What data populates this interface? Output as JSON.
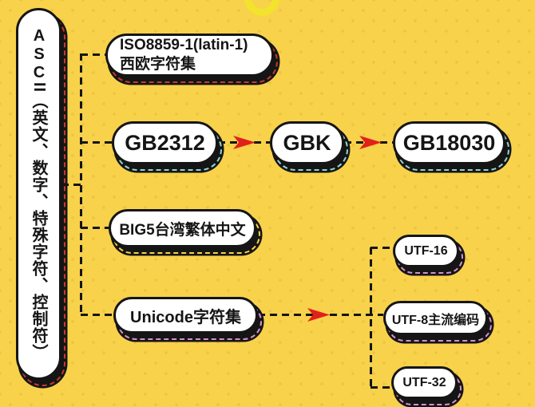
{
  "title": "Character encoding mind map",
  "palette": {
    "background": "#F8D24B",
    "dot": "#EFC53F",
    "ink": "#151515",
    "box_fill": "#FFFFFF",
    "arrow_red": "#E0201B",
    "accent_red": "#C63A2F",
    "accent_teal": "#8FD6D6",
    "accent_yellow": "#F8D24B",
    "accent_pink": "#D98FD3",
    "ring_yellow": "#F3E32C"
  },
  "root": {
    "prefix": "ASC",
    "mid": "II",
    "desc": "（英文、数字、特殊字符、控制符）"
  },
  "nodes": {
    "iso": {
      "line1": "ISO8859-1(latin-1)",
      "line2": "西欧字符集"
    },
    "gb2312": {
      "label": "GB2312"
    },
    "gbk": {
      "label": "GBK"
    },
    "gb18030": {
      "label": "GB18030"
    },
    "big5": {
      "label": "BIG5台湾繁体中文"
    },
    "unicode": {
      "label": "Unicode字符集"
    },
    "utf16": {
      "label": "UTF-16"
    },
    "utf8": {
      "label": "UTF-8主流编码"
    },
    "utf32": {
      "label": "UTF-32"
    }
  },
  "edges": [
    "ASCII -> ISO8859-1(latin-1)西欧字符集",
    "ASCII -> GB2312",
    "GB2312 -> GBK",
    "GBK -> GB18030",
    "ASCII -> BIG5台湾繁体中文",
    "ASCII -> Unicode字符集",
    "Unicode字符集 -> UTF-16",
    "Unicode字符集 -> UTF-8主流编码",
    "Unicode字符集 -> UTF-32"
  ]
}
